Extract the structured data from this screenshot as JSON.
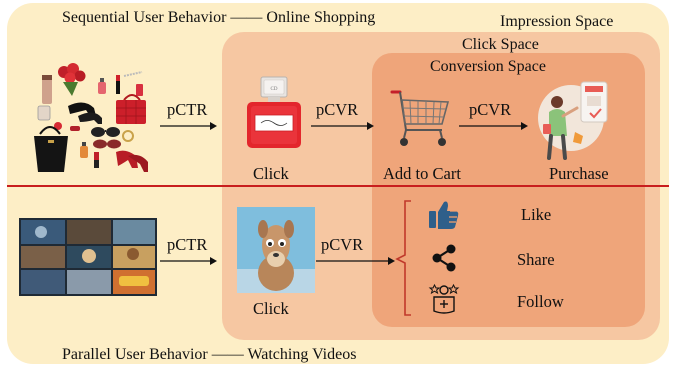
{
  "titles": {
    "top": "Sequential User Behavior —— Online Shopping",
    "bottom": "Parallel User Behavior —— Watching Videos"
  },
  "spaces": {
    "impression": "Impression Space",
    "click": "Click Space",
    "conversion": "Conversion Space"
  },
  "sequential": {
    "arrow_1": "pCTR",
    "arrow_2": "pCVR",
    "arrow_3": "pCVR",
    "click_label": "Click",
    "cart_label": "Add to Cart",
    "purchase_label": "Purchase"
  },
  "parallel": {
    "arrow_1": "pCTR",
    "arrow_2": "pCVR",
    "click_label": "Click",
    "actions": [
      "Like",
      "Share",
      "Follow"
    ]
  },
  "colors": {
    "impression_space": "#fdeec6",
    "click_space": "#f6c7a2",
    "conversion_space": "#efa57a",
    "divider": "#c81e1e",
    "bracket": "#c0392b",
    "icon_blue": "#2f5f8a"
  },
  "icons": {
    "products": "fashion-products-icon",
    "perfume": "perfume-bottle-icon",
    "cart": "shopping-cart-icon",
    "purchase": "purchase-person-icon",
    "video": "video-thumbnails-icon",
    "animation": "cartoon-character-icon",
    "like": "thumbs-up-icon",
    "share": "share-icon",
    "follow": "follow-icon"
  }
}
